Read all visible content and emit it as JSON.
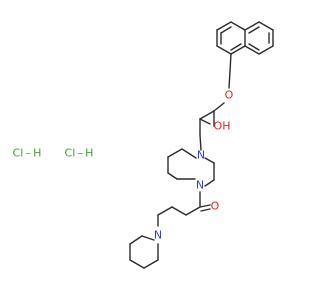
{
  "atoms": {
    "oxygen_ether": "O",
    "oxygen_hydroxyl": "OH",
    "nitrogen_piperazine_top": "N",
    "nitrogen_piperazine_bottom": "N",
    "oxygen_carbonyl": "O",
    "nitrogen_piperidine": "N"
  },
  "salts": {
    "hcl_left": "Cl – H",
    "hcl_right": "Cl – H"
  },
  "colors": {
    "bond": "#2b2b2b",
    "oxygen": "#e3262a",
    "nitrogen": "#2f3fd8",
    "chlorine": "#3aa832"
  }
}
